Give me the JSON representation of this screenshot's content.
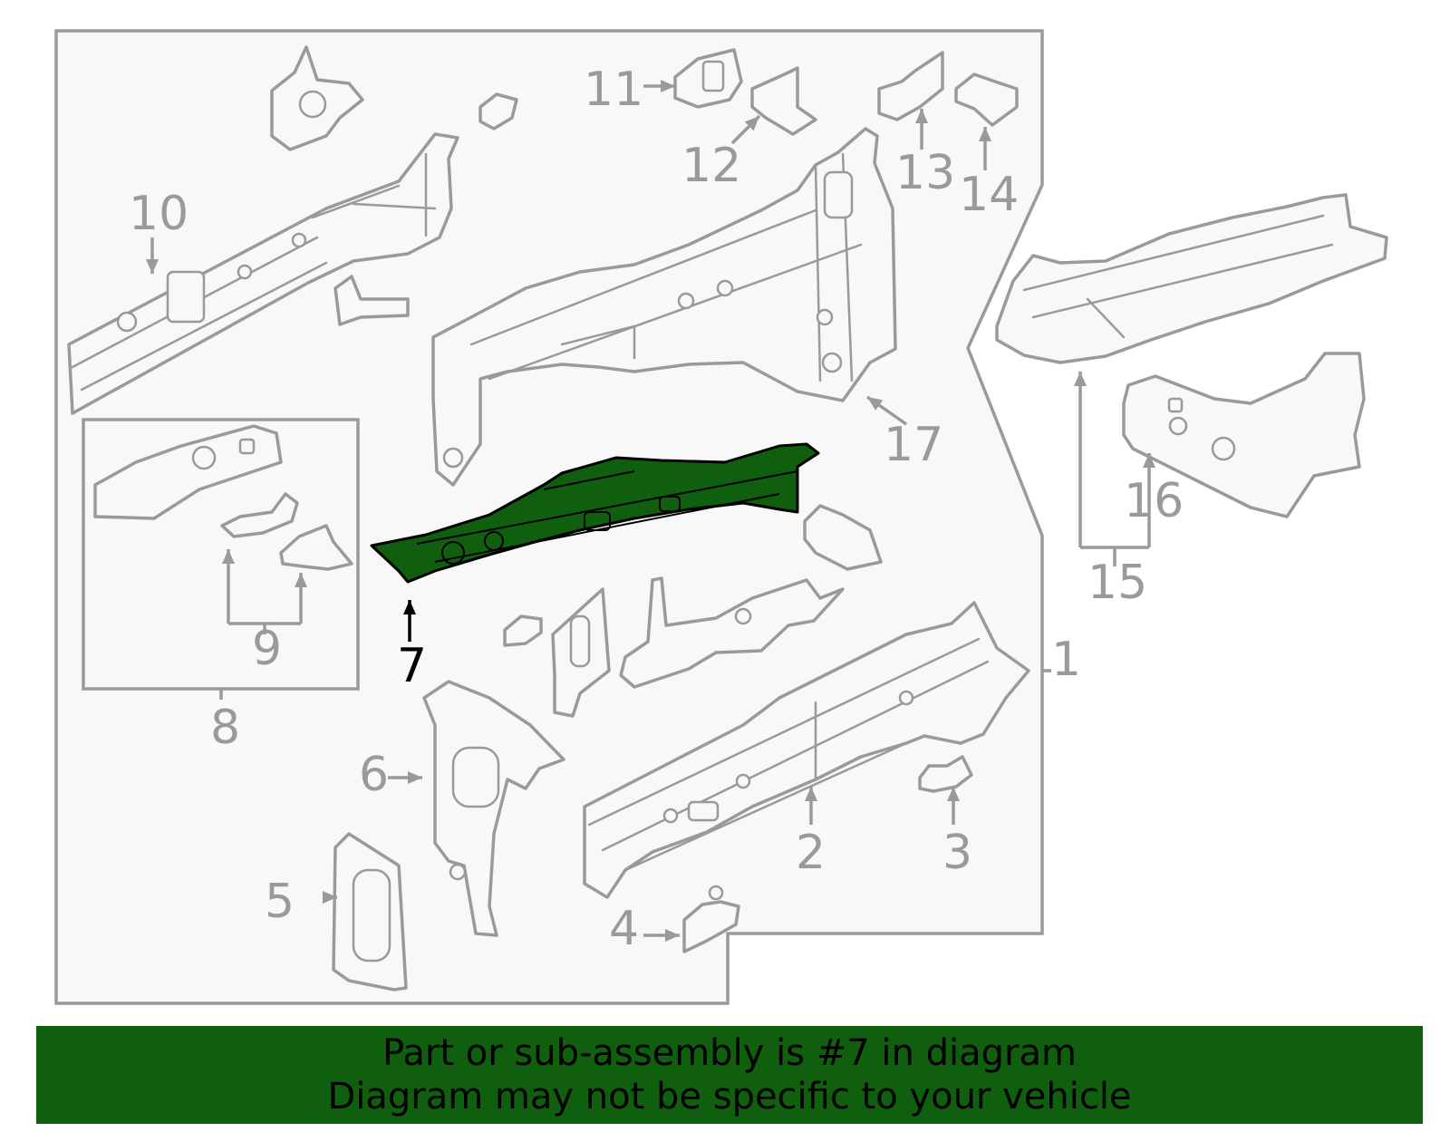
{
  "colors": {
    "outline": "#9a9a9a",
    "panel_fill": "#f8f8f8",
    "highlight_fill": "#0f5f0f",
    "highlight_label": "#000000",
    "banner_fill": "#0f5f0f",
    "banner_text": "#000000"
  },
  "callouts": {
    "c1": "1",
    "c2": "2",
    "c3": "3",
    "c4": "4",
    "c5": "5",
    "c6": "6",
    "c7": "7",
    "c8": "8",
    "c9": "9",
    "c10": "10",
    "c11": "11",
    "c12": "12",
    "c13": "13",
    "c14": "14",
    "c15": "15",
    "c16": "16",
    "c17": "17"
  },
  "highlighted_part": "7",
  "banner": {
    "line1": "Part or sub-assembly is #7 in diagram",
    "line2": "Diagram may not be specific to your vehicle"
  }
}
